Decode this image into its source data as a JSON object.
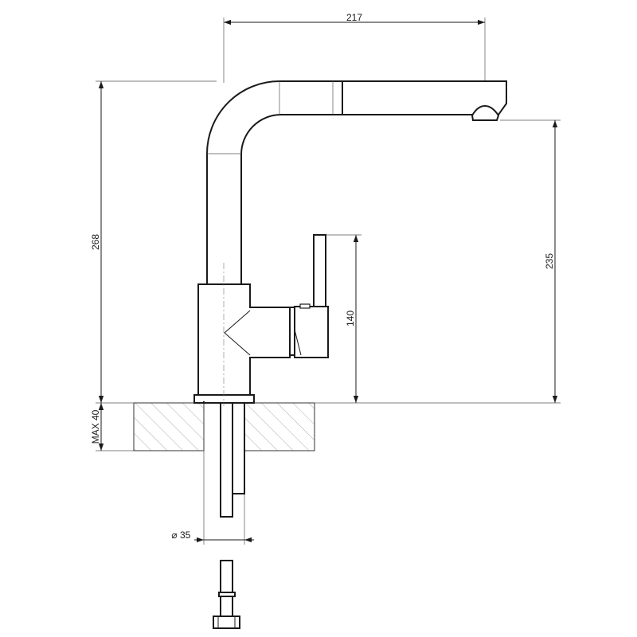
{
  "dimensions": {
    "spout_reach": "217",
    "overall_height": "268",
    "outlet_height": "235",
    "lever_height": "140",
    "counter_thickness": "MAX 40",
    "hole_diameter": "35"
  },
  "symbols": {
    "diameter": "⌀"
  },
  "colors": {
    "line": "#1a1a1a",
    "hatch": "#8a8a8a"
  }
}
